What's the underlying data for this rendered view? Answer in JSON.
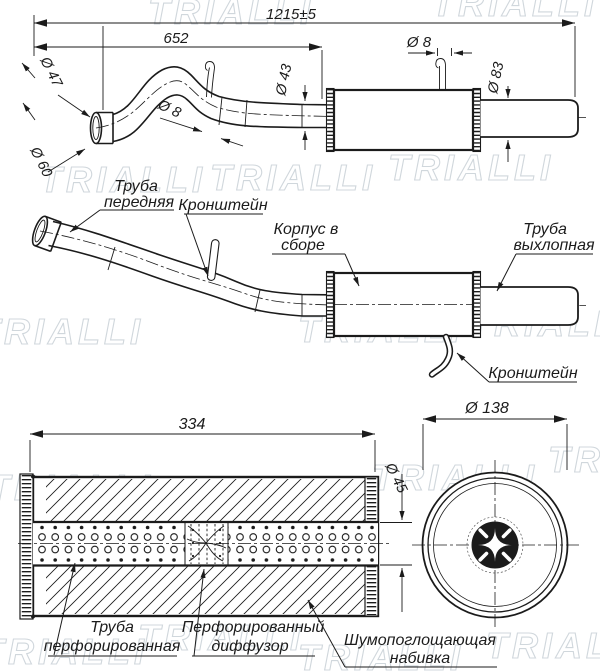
{
  "meta": {
    "watermark": "TRIALLI"
  },
  "top_view": {
    "dim_overall": "1215±5",
    "dim_front": "652",
    "dim_inlet_outer": "Ø 47",
    "dim_inlet_flare": "Ø 60",
    "dim_hanger_pin": "Ø 8",
    "dim_pipe": "Ø 43",
    "dim_body_pin": "Ø 8",
    "dim_tail": "Ø 83"
  },
  "middle_view": {
    "label_front_pipe_1": "Труба",
    "label_front_pipe_2": "передняя",
    "label_bracket_1": "Кронштейн",
    "label_body_1": "Корпус в",
    "label_body_2": "сборе",
    "label_tail_pipe_1": "Труба",
    "label_tail_pipe_2": "выхлопная",
    "label_bracket_2": "Кронштейн"
  },
  "section_view": {
    "dim_length": "334",
    "dim_pipe": "Ø 45",
    "label_perf_pipe_1": "Труба",
    "label_perf_pipe_2": "перфорированная",
    "label_diffuser_1": "Перфорированный",
    "label_diffuser_2": "диффузор",
    "label_stuffing_1": "Шумопоглощающая",
    "label_stuffing_2": "набивка"
  },
  "end_view": {
    "dim_diameter": "Ø 138"
  }
}
